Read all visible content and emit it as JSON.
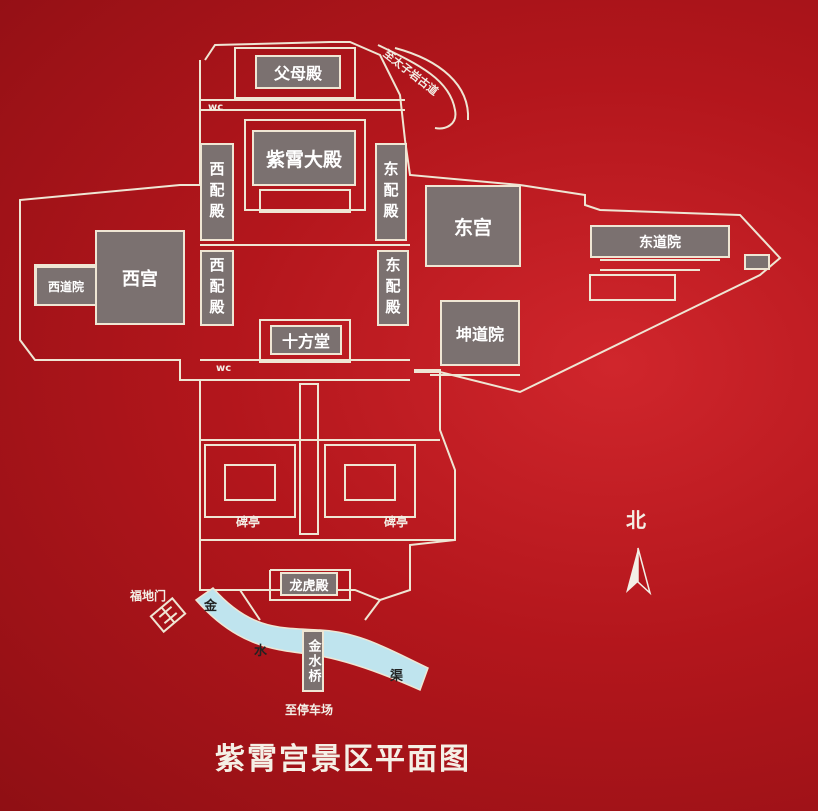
{
  "title": "紫霄宫景区平面图",
  "compass": {
    "label": "北"
  },
  "paths": {
    "ancient_road": "至太子岩古道",
    "parking": "至停车场"
  },
  "buildings": {
    "fumu": "父母殿",
    "zixiao": "紫霄大殿",
    "xipei_upper": "西配殿",
    "dongpei_upper": "东配殿",
    "xipei_lower": "西配殿",
    "dongpei_lower": "东配殿",
    "donggong": "东宫",
    "dongdaoyuan": "东道院",
    "kundaoyuan": "坤道院",
    "xigong": "西宫",
    "xidaoyuan": "西道院",
    "shifangtang": "十方堂",
    "beiting_left": "碑亭",
    "beiting_right": "碑亭",
    "longhu": "龙虎殿",
    "jinshuiqiao": "金水桥",
    "fudimen": "福地门"
  },
  "wc": [
    "wc",
    "wc"
  ],
  "river": {
    "chars": [
      "金",
      "水",
      "渠"
    ]
  },
  "colors": {
    "background": "#b3161c",
    "building": "#7b7170",
    "line": "#efe6d4",
    "water": "#bfe4ee"
  }
}
